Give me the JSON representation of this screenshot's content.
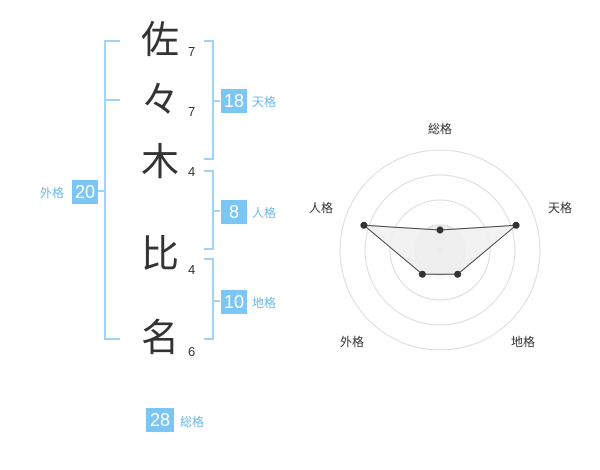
{
  "name": {
    "chars": [
      {
        "char": "佐",
        "strokes": "7"
      },
      {
        "char": "々",
        "strokes": "7"
      },
      {
        "char": "木",
        "strokes": "4"
      },
      {
        "char": "比",
        "strokes": "4"
      },
      {
        "char": "名",
        "strokes": "6"
      }
    ]
  },
  "fortune": {
    "tenkaku": {
      "value": "18",
      "label": "天格"
    },
    "jinkaku": {
      "value": "8",
      "label": "人格"
    },
    "chikaku": {
      "value": "10",
      "label": "地格"
    },
    "gaikaku": {
      "value": "20",
      "label": "外格"
    },
    "soukaku": {
      "value": "28",
      "label": "総格"
    }
  },
  "colors": {
    "accent": "#7cc6f5",
    "bracket": "#9fd4f7",
    "radar_fill": "#f0f0f0",
    "ring": "#dddddd"
  },
  "chart_data": {
    "type": "radar",
    "axes": [
      "総格",
      "天格",
      "地格",
      "外格",
      "人格"
    ],
    "values": [
      0.2,
      0.8,
      0.3,
      0.3,
      0.8
    ],
    "max": 1.0,
    "rings": 4
  }
}
